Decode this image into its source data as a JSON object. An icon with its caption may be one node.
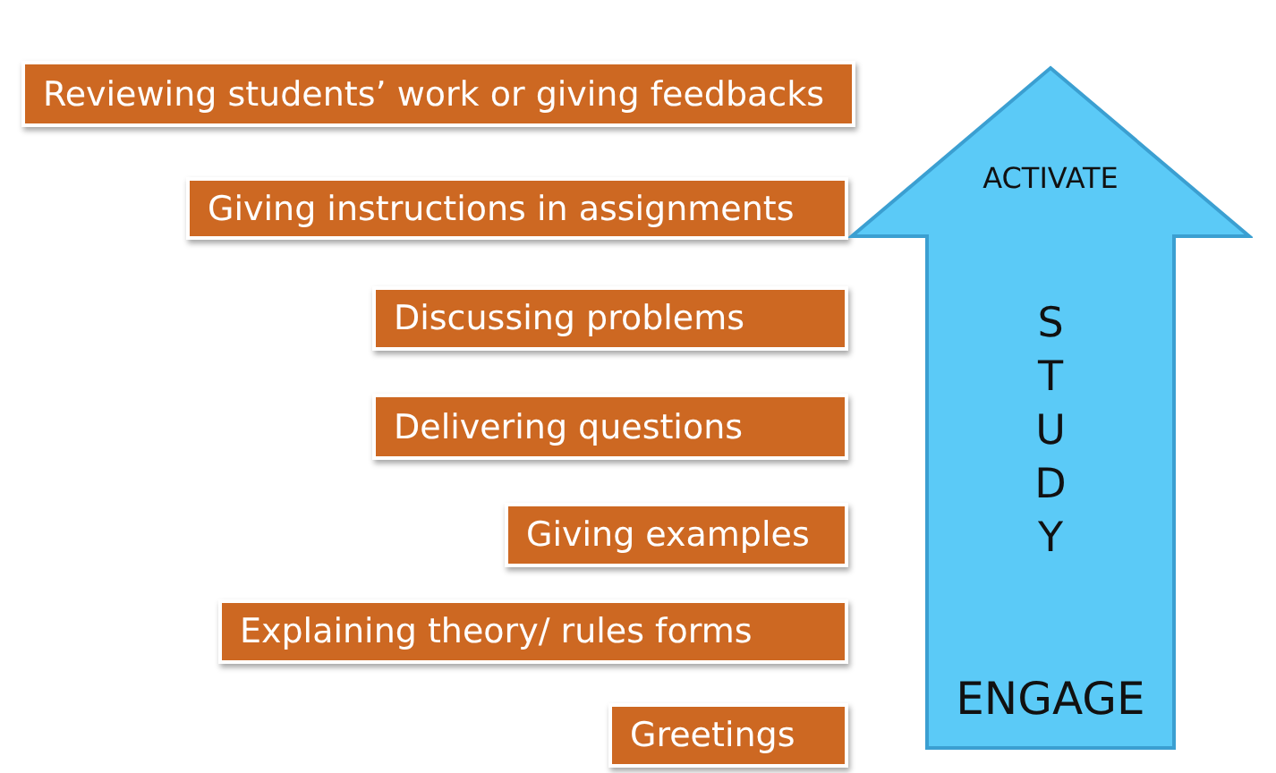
{
  "diagram": {
    "nodes": [
      {
        "text": [
          "Reviewing students’ work or giving feedbacks"
        ]
      },
      {
        "text": [
          "Giving instructions in assignments"
        ]
      },
      {
        "text": [
          "Discussing problems"
        ]
      },
      {
        "text": [
          "Delivering questions"
        ]
      },
      {
        "text": [
          "Giving examples"
        ]
      },
      {
        "text": [
          "Explaining theory/ rules forms"
        ]
      },
      {
        "text": [
          "Greetings"
        ]
      },
      {
        "text": [
          "ACTIVATE",
          "STUDY",
          "ENGAGE"
        ]
      }
    ]
  }
}
